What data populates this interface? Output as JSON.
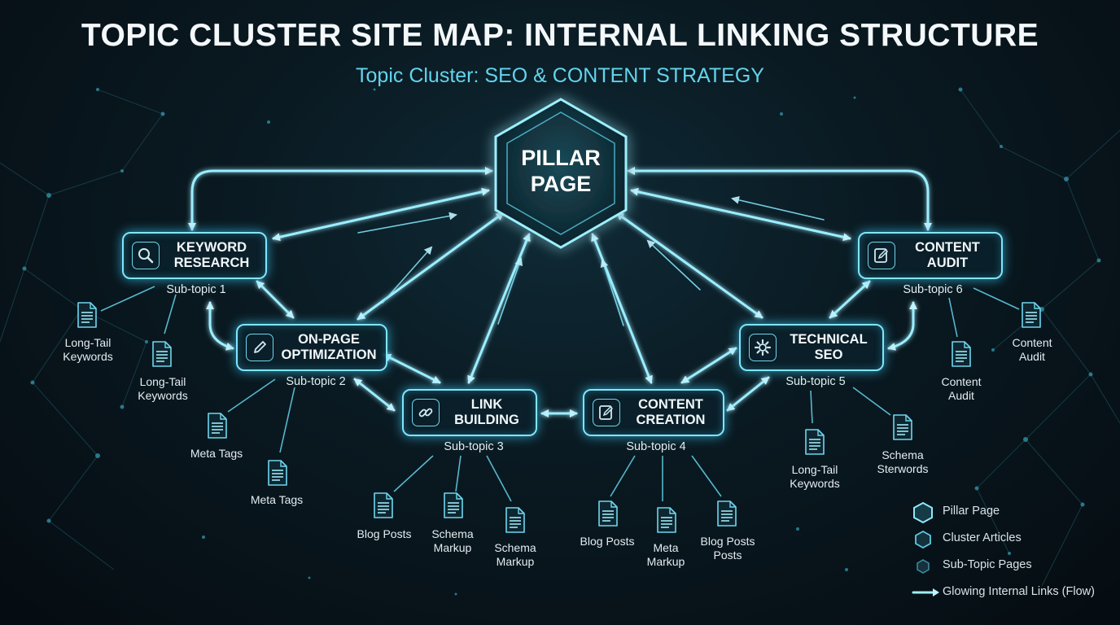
{
  "title": "TOPIC CLUSTER SITE MAP: INTERNAL LINKING STRUCTURE",
  "subtitle": "Topic Cluster: SEO & CONTENT STRATEGY",
  "pillar": {
    "label": "PILLAR\nPAGE"
  },
  "subtopics": [
    {
      "id": "keyword",
      "label": "KEYWORD\nRESEARCH",
      "icon": "magnifier-icon",
      "subtitle": "Sub-topic 1"
    },
    {
      "id": "onpage",
      "label": "ON-PAGE\nOPTIMIZATION",
      "icon": "pencil-icon",
      "subtitle": "Sub-topic 2"
    },
    {
      "id": "link",
      "label": "LINK\nBUILDING",
      "icon": "link-icon",
      "subtitle": "Sub-topic 3"
    },
    {
      "id": "content",
      "label": "CONTENT\nCREATION",
      "icon": "edit-document-icon",
      "subtitle": "Sub-topic 4"
    },
    {
      "id": "technical",
      "label": "TECHNICAL\nSEO",
      "icon": "gear-icon",
      "subtitle": "Sub-topic 5"
    },
    {
      "id": "audit",
      "label": "CONTENT\nAUDIT",
      "icon": "edit-document-icon",
      "subtitle": "Sub-topic 6"
    }
  ],
  "pages": [
    {
      "label": "Long-Tail\nKeywords"
    },
    {
      "label": "Long-Tail\nKeywords"
    },
    {
      "label": "Meta Tags"
    },
    {
      "label": "Meta Tags"
    },
    {
      "label": "Blog Posts"
    },
    {
      "label": "Schema\nMarkup"
    },
    {
      "label": "Schema\nMarkup"
    },
    {
      "label": "Blog Posts"
    },
    {
      "label": "Meta\nMarkup"
    },
    {
      "label": "Blog Posts\nPosts"
    },
    {
      "label": "Long-Tail\nKeywords"
    },
    {
      "label": "Schema\nSterwords"
    },
    {
      "label": "Content\nAudit"
    },
    {
      "label": "Content\nAudit"
    }
  ],
  "legend": [
    {
      "label": "Pillar Page",
      "icon": "hexagon-large-icon"
    },
    {
      "label": "Cluster Articles",
      "icon": "hexagon-medium-icon"
    },
    {
      "label": "Sub-Topic Pages",
      "icon": "hexagon-small-icon"
    },
    {
      "label": "Glowing Internal Links (Flow)",
      "icon": "arrow-right-icon"
    }
  ],
  "colors": {
    "accent": "#63d4ec",
    "glow": "#7fe6ff",
    "background": "#0a1a22",
    "text": "#f1f7fa"
  }
}
